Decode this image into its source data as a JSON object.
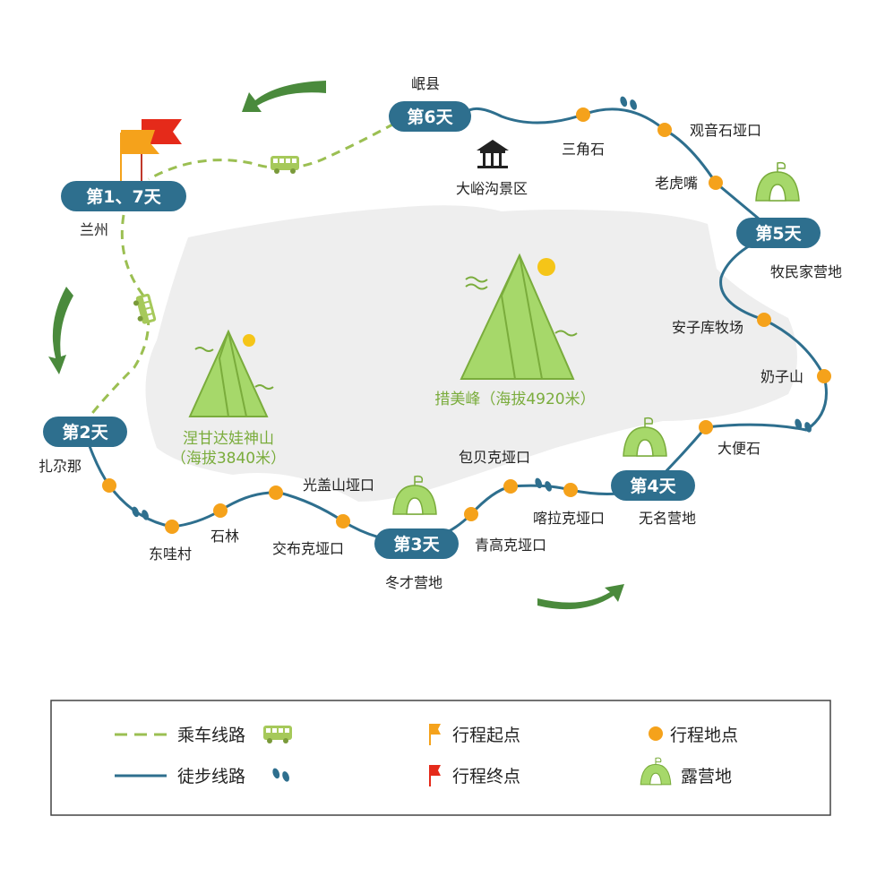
{
  "title": "Hiking route map",
  "colors": {
    "walk": "#2e6f8e",
    "bus": "#9bbf52",
    "dot": "#f5a21b",
    "badge": "#2e6f8e",
    "arrow": "#4a8a3c",
    "land": "#eeeeee",
    "tent": "#a6d86a",
    "start_flag": "#f5a21b",
    "end_flag": "#e52a1a"
  },
  "days": {
    "d17": "第1、7天",
    "d2": "第2天",
    "d3": "第3天",
    "d4": "第4天",
    "d5": "第5天",
    "d6": "第6天"
  },
  "places": {
    "lanzhou": "兰州",
    "minxian": "岷县",
    "dayugou": "大峪沟景区",
    "sanjiaoshi": "三角石",
    "guanyin": "观音石垭口",
    "laohuzui": "老虎嘴",
    "mumin": "牧民家营地",
    "anziku": "安子库牧场",
    "naizishan": "奶子山",
    "dabianshi": "大便石",
    "wuming": "无名营地",
    "kalake": "喀拉克垭口",
    "baobeike": "包贝克垭口",
    "qinggaoke": "青高克垭口",
    "dongcai": "冬才营地",
    "jiaobuke": "交布克垭口",
    "guanggai": "光盖山垭口",
    "shilin": "石林",
    "dongwa": "东哇村",
    "zhagana": "扎尕那"
  },
  "mountains": {
    "big": "措美峰（海拔4920米）",
    "small_name": "涅甘达娃神山",
    "small_alt": "（海拔3840米）"
  },
  "legend": {
    "bus": "乘车线路",
    "walk": "徒步线路",
    "start": "行程起点",
    "end": "行程终点",
    "place": "行程地点",
    "camp": "露营地"
  }
}
